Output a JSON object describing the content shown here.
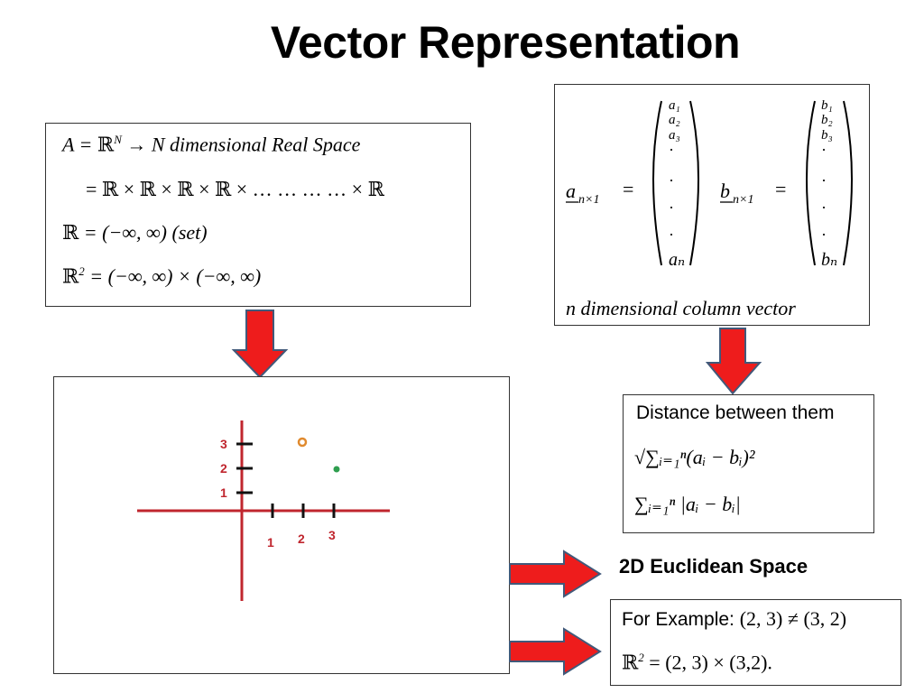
{
  "title": "Vector Representation",
  "real_space": {
    "line1_lhs": "A = ",
    "line1_R": "ℝ",
    "line1_sup": "N",
    "line1_rhs": " → N dimensional Real Space",
    "line2": "= ℝ ×  ℝ × ℝ × ℝ × … … … … × ℝ",
    "line3_R": "ℝ",
    "line3_rhs": " = (−∞, ∞)   (set)",
    "line4_R": "ℝ",
    "line4_sup": "2",
    "line4_rhs": " = (−∞, ∞) × (−∞, ∞)"
  },
  "column_vector": {
    "a_label": "a",
    "a_sub": "n×1",
    "a_entries": [
      "a₁",
      "a₂",
      "a₃",
      "·",
      "·",
      "·",
      "·",
      "aₙ"
    ],
    "b_label": "b",
    "b_sub": "n×1",
    "b_entries": [
      "b₁",
      "b₂",
      "b₃",
      "·",
      "·",
      "·",
      "·",
      "bₙ"
    ],
    "equals": "=",
    "caption": "n dimensional column vector"
  },
  "plot": {
    "x_ticks": [
      "1",
      "2",
      "3"
    ],
    "y_ticks": [
      "1",
      "2",
      "3"
    ],
    "axis_color": "#c0262e",
    "points": [
      {
        "color": "#e08a2e"
      },
      {
        "color": "#2f9e4f"
      }
    ]
  },
  "distance": {
    "label": "Distance between them",
    "formula1": "√∑ᵢ₌₁ⁿ(aᵢ − bᵢ)²",
    "formula2": "∑ᵢ₌₁ⁿ |aᵢ − bᵢ|"
  },
  "euclidean_label": "2D Euclidean Space",
  "example": {
    "label": "For Example: ",
    "expr1": "(2, 3) ≠ (3, 2)",
    "expr2_R": "ℝ",
    "expr2_sup": "2",
    "expr2_rhs": " = (2, 3) × (3,2)."
  },
  "colors": {
    "arrow_fill": "#ee1c1c",
    "arrow_stroke": "#41597a"
  }
}
